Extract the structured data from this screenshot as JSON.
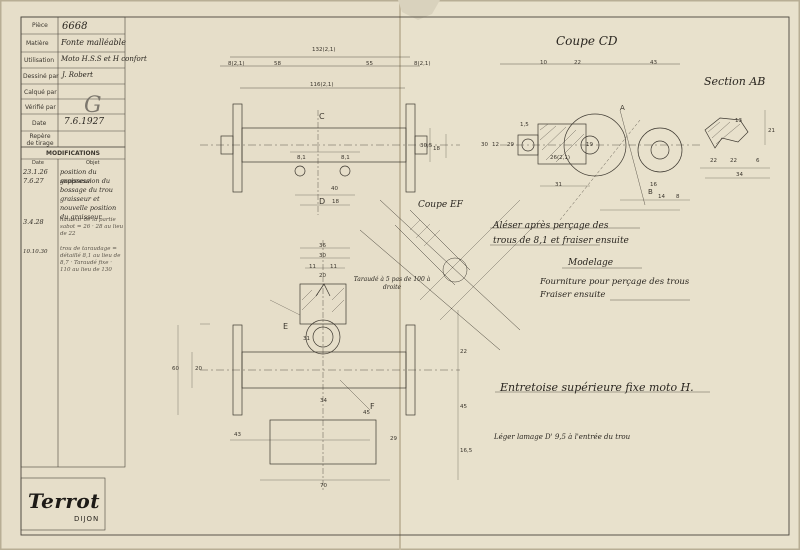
{
  "title_block": {
    "rows": [
      {
        "label": "Pièce",
        "value": "6668"
      },
      {
        "label": "Matière",
        "value": "Fonte malléable"
      },
      {
        "label": "Utilisation",
        "value": "Moto H.S.S et H confort"
      },
      {
        "label": "Dessiné par",
        "value": "J. Robert"
      },
      {
        "label": "Calqué par",
        "value": ""
      },
      {
        "label": "Vérifié par",
        "value": ""
      },
      {
        "label": "Date",
        "value": "7.6.1927"
      },
      {
        "label": "Repère de tirage",
        "value": ""
      }
    ]
  },
  "modifications": {
    "header": "MODIFICATIONS",
    "col_date": "Date",
    "col_objet": "Objet",
    "entries": [
      {
        "date": "23.1.26",
        "text": "position du graisseur"
      },
      {
        "date": "7.6.27",
        "text": "suppression du bossage du trou graisseur et nouvelle position du graisseur"
      },
      {
        "date": "3.4.28",
        "text": "hauteur de la partie sabot = 26 · 28 au lieu de 22"
      },
      {
        "date": "10.10.30",
        "text": "trou de taraudage = détaillé 8,1 au lieu de 8,7 · Taraudé fixe · 110 au lieu de 130"
      }
    ]
  },
  "logo": {
    "brand": "Terrot",
    "city": "DIJON"
  },
  "stamp_mark": "G",
  "notes": {
    "coupe_cd": "Coupe CD",
    "section_ab": "Section AB",
    "coupe_ef": "Coupe EF",
    "alesage": "Aléser après perçage des trous de 8,1 et fraiser ensuite",
    "modelage": "Modelage",
    "fourniture": "Fourniture pour perçage des trous Fraiser ensuite",
    "taraude": "Taraudé à 5 pas de 100 à droite",
    "part_name": "Entretoise supérieure fixe moto H.",
    "lamage": "Léger lamage D' 9,5 à l'entrée du trou"
  },
  "dimensions": {
    "top": [
      "132(2,1)",
      "58",
      "55",
      "8(2,1)",
      "8(2,1)",
      "116(2,1)"
    ],
    "view_cd": [
      "10",
      "22",
      "43",
      "1,5",
      "12",
      "29",
      "30",
      "31",
      "26(2,1)",
      "19"
    ],
    "view_ab": [
      "22",
      "13",
      "21",
      "16",
      "14",
      "8",
      "22",
      "6",
      "34"
    ],
    "front": [
      "C",
      "D",
      "8,1",
      "8,1",
      "40",
      "18",
      "30,5",
      "18"
    ],
    "lower": [
      "36",
      "30",
      "11",
      "11",
      "20",
      "31",
      "22",
      "45",
      "45",
      "34",
      "43",
      "29",
      "16,5",
      "70",
      "60",
      "20",
      "E",
      "F"
    ]
  },
  "labels": {
    "A": "A",
    "B": "B"
  }
}
